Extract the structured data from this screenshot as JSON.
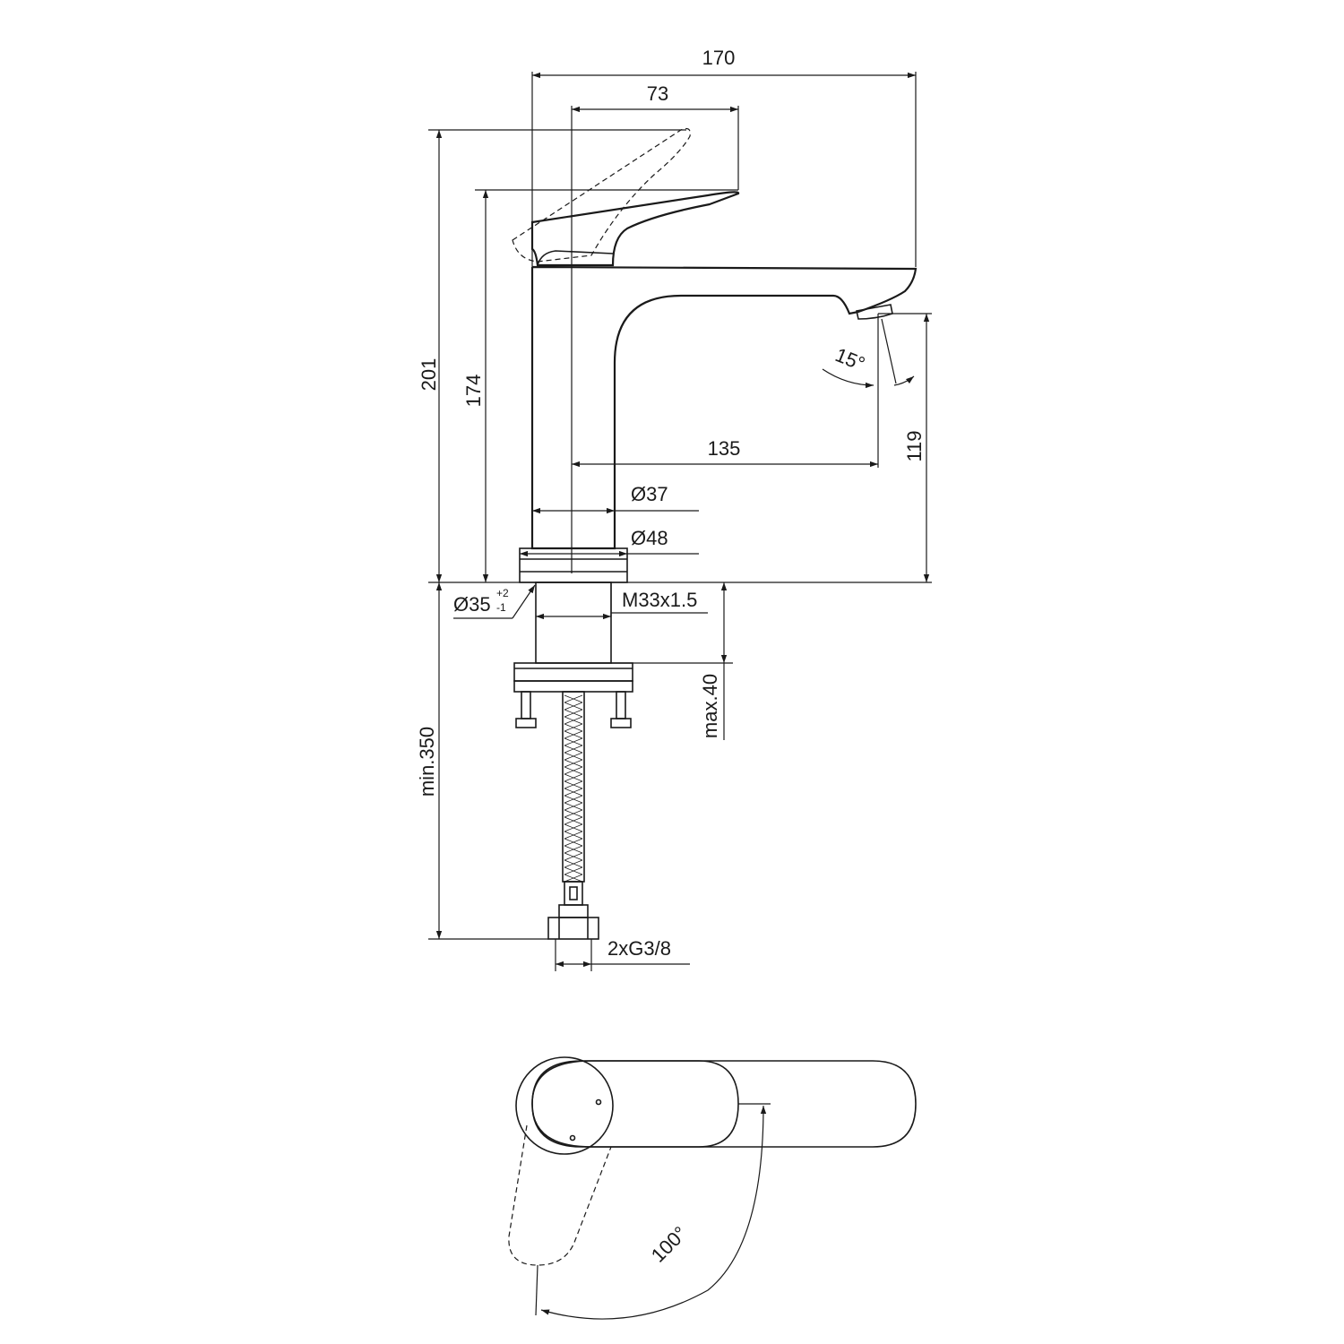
{
  "dimensions": {
    "width_total": "170",
    "lever_reach": "73",
    "height_max": "201",
    "height_body": "174",
    "spout_reach": "135",
    "spout_height": "119",
    "spout_angle": "15°",
    "body_diameter": "Ø37",
    "base_diameter": "Ø48",
    "hole_diameter": "Ø35",
    "hole_tol_plus": "+2",
    "hole_tol_minus": "-1",
    "thread": "M33x1.5",
    "max_thickness": "max.40",
    "min_hose": "min.350",
    "connections": "2xG3/8",
    "lever_rotation": "100°"
  },
  "colors": {
    "line": "#1a1a1a",
    "background": "#ffffff"
  }
}
